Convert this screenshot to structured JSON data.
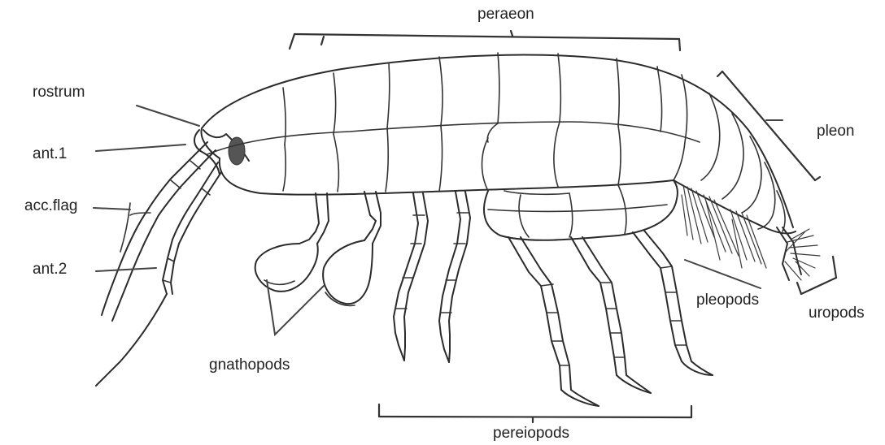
{
  "labels": {
    "peraeon": "peraeon",
    "rostrum": "rostrum",
    "ant1": "ant.1",
    "acc_flag": "acc.flag",
    "ant2": "ant.2",
    "pleon": "pleon",
    "pleopods": "pleopods",
    "uropods": "uropods",
    "gnathopods": "gnathopods",
    "pereiopods": "pereiopods"
  },
  "colors": {
    "ink": "#2b2b2b",
    "eye": "#555555",
    "background": "#ffffff"
  }
}
